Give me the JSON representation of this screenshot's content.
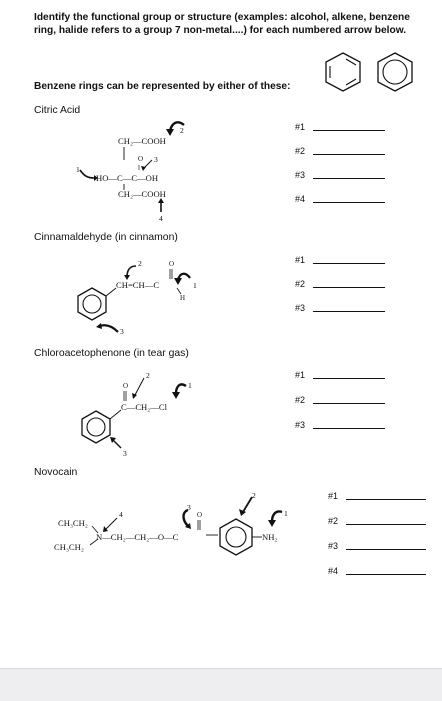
{
  "instructions": "Identify the functional group or structure (examples:  alcohol, alkene, benzene ring, halide refers to a group 7 non-metal....) for each numbered arrow below.",
  "benzene_note": "Benzene rings can be represented by either of these:",
  "sections": [
    {
      "title": "Citric Acid",
      "blanks": [
        "#1",
        "#2",
        "#3",
        "#4"
      ],
      "formula": {
        "ch2_cooh_top": "CH₂—COOH",
        "o_label": "O",
        "c_eq": "‖",
        "left_chain": "HO—C—C—OH",
        "ch2_cooh_bottom": "CH₂—COOH"
      },
      "arrow_numbers": [
        "1",
        "2",
        "3",
        "4"
      ]
    },
    {
      "title": "Cinnamaldehyde (in cinnamon)",
      "blanks": [
        "#1",
        "#2",
        "#3"
      ],
      "formula": {
        "chain": "CH=CH—C",
        "o_label": "O",
        "h_label": "H"
      },
      "arrow_numbers": [
        "1",
        "2",
        "3"
      ]
    },
    {
      "title": "Chloroacetophenone (in tear gas)",
      "blanks": [
        "#1",
        "#2",
        "#3"
      ],
      "formula": {
        "chain": "C—CH₂—Cl",
        "o_label": "O"
      },
      "arrow_numbers": [
        "1",
        "2",
        "3"
      ]
    },
    {
      "title": "Novocain",
      "blanks": [
        "#1",
        "#2",
        "#3",
        "#4"
      ],
      "formula": {
        "ethyl_top": "CH₃CH₂",
        "ethyl_bottom": "CH₃CH₂",
        "chain": "N—CH₂—CH₂—O—C",
        "o_label": "O",
        "nh2": "NH₂"
      },
      "arrow_numbers": [
        "1",
        "2",
        "3",
        "4"
      ]
    }
  ]
}
